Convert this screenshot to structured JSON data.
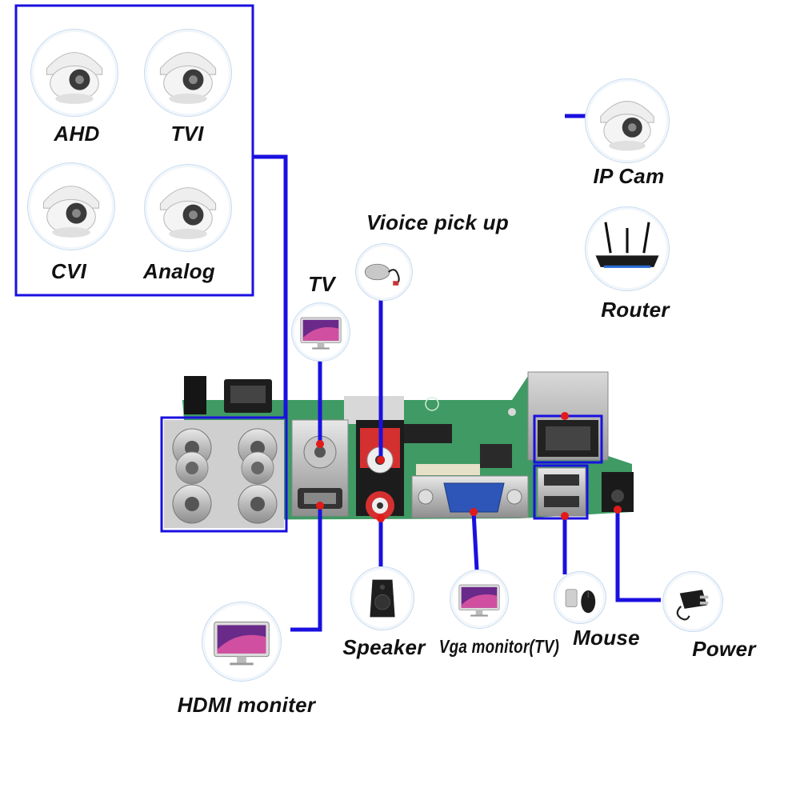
{
  "cameras": {
    "ahd": "AHD",
    "tvi": "TVI",
    "cvi": "CVI",
    "analog": "Analog"
  },
  "devices": {
    "tv": "TV",
    "voice": "Vioice pick up",
    "ipcam": "IP Cam",
    "router": "Router",
    "hdmi": "HDMI moniter",
    "speaker": "Speaker",
    "vga": "Vga monitor(TV)",
    "mouse": "Mouse",
    "power": "Power"
  },
  "colors": {
    "wire": "#1a10e0",
    "frame": "#1d16b8",
    "dot": "#e11a1a",
    "pcb": "#3f9a63"
  }
}
